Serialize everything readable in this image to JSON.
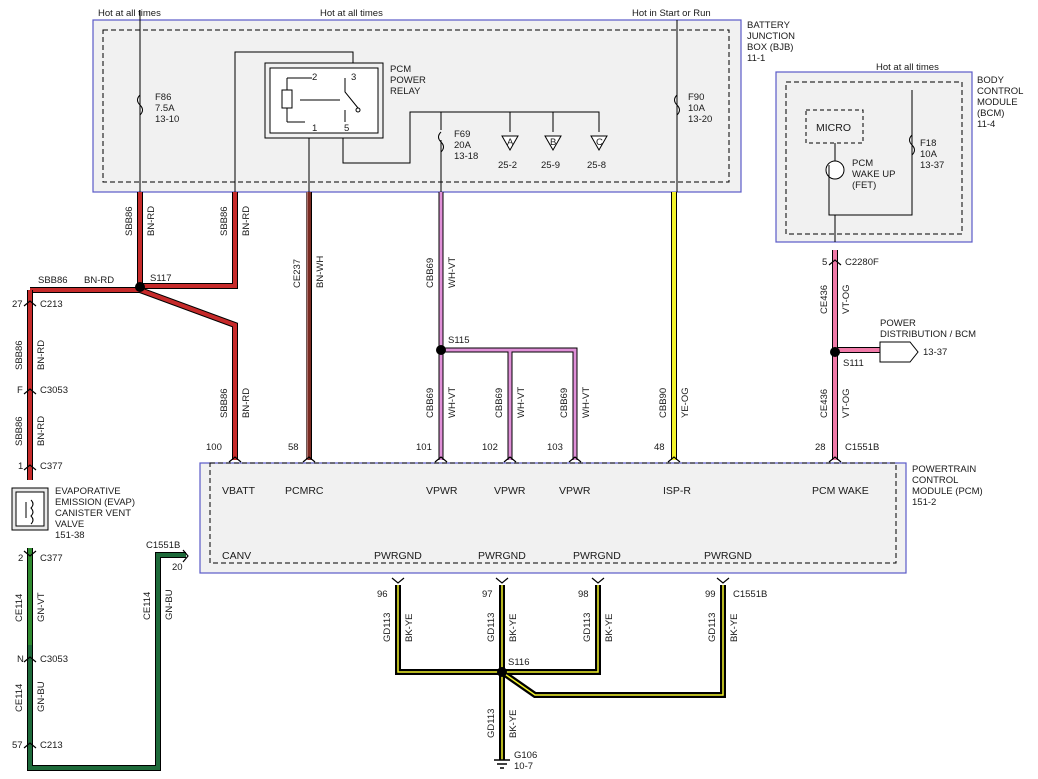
{
  "colors": {
    "BN-RD": "#c62a2a",
    "BN-WH": "#7a2a22",
    "WH-VT": "#e090d8",
    "YE-OG": "#f2f22a",
    "VT-OG": "#f07aa8",
    "GN-VT": "#2f8a2f",
    "GN-BU": "#1e6a3a",
    "BK-YE": "#000000",
    "box_border": "#5a5ac8",
    "box_fill": "#f1f1f1"
  },
  "bjb": {
    "name_lines": [
      "BATTERY",
      "JUNCTION",
      "BOX (BJB)",
      "11-1"
    ],
    "feed1": "Hot at all times",
    "feed2": "Hot at all times",
    "feed3": "Hot in Start or Run",
    "f86": [
      "F86",
      "7.5A",
      "13-10"
    ],
    "f69": [
      "F69",
      "20A",
      "13-18"
    ],
    "f90": [
      "F90",
      "10A",
      "13-20"
    ],
    "relay_lines": [
      "PCM",
      "POWER",
      "RELAY"
    ],
    "relay_pins": [
      "2",
      "3",
      "1",
      "5"
    ],
    "conn_a": "A",
    "conn_b": "B",
    "conn_c": "C",
    "conn_a_ref": "25-2",
    "conn_b_ref": "25-9",
    "conn_c_ref": "25-8"
  },
  "bcm": {
    "name_lines": [
      "BODY",
      "CONTROL",
      "MODULE",
      "(BCM)",
      "11-4"
    ],
    "feed": "Hot at all times",
    "micro": "MICRO",
    "fet_lines": [
      "PCM",
      "WAKE UP",
      "(FET)"
    ],
    "f18": [
      "F18",
      "10A",
      "13-37"
    ],
    "pin": "5",
    "connector": "C2280F"
  },
  "pcm": {
    "name_lines": [
      "POWERTRAIN",
      "CONTROL",
      "MODULE (PCM)",
      "151-2"
    ],
    "top_pins": [
      {
        "pin": "100",
        "name": "VBATT"
      },
      {
        "pin": "58",
        "name": "PCMRC"
      },
      {
        "pin": "101",
        "name": "VPWR"
      },
      {
        "pin": "102",
        "name": "VPWR"
      },
      {
        "pin": "103",
        "name": "VPWR"
      },
      {
        "pin": "48",
        "name": "ISP-R"
      },
      {
        "pin": "28",
        "name": "PCM WAKE"
      }
    ],
    "top_connector": "C1551B",
    "canv": "CANV",
    "canv_pin": "20",
    "canv_connector": "C1551B",
    "gnd_pins": [
      "96",
      "97",
      "98",
      "99"
    ],
    "gnd_names": [
      "PWRGND",
      "PWRGND",
      "PWRGND",
      "PWRGND"
    ],
    "gnd_connector": "C1551B"
  },
  "wires": {
    "sbb86": "SBB86",
    "bnrd": "BN-RD",
    "ce237": "CE237",
    "bnwh": "BN-WH",
    "cbb69": "CBB69",
    "whvt": "WH-VT",
    "cbb90": "CBB90",
    "yeog": "YE-OG",
    "ce436": "CE436",
    "vtog": "VT-OG",
    "ce114": "CE114",
    "gnvt": "GN-VT",
    "gnbu": "GN-BU",
    "gd113": "GD113",
    "bkye": "BK-YE"
  },
  "splices": {
    "s117": "S117",
    "s115": "S115",
    "s111": "S111",
    "s116": "S116"
  },
  "power_dist": {
    "lines": [
      "POWER",
      "DISTRIBUTION / BCM"
    ],
    "ref": "13-37"
  },
  "left_chain": {
    "c213": "C213",
    "c3053": "C3053",
    "c377": "C377",
    "pin27": "27",
    "pinF": "F",
    "pin1": "1",
    "pin2": "2",
    "pinN": "N",
    "pin57": "57"
  },
  "evap": {
    "lines": [
      "EVAPORATIVE",
      "EMISSION (EVAP)",
      "CANISTER VENT",
      "VALVE",
      "151-38"
    ]
  },
  "ground": {
    "name": "G106",
    "ref": "10-7"
  }
}
